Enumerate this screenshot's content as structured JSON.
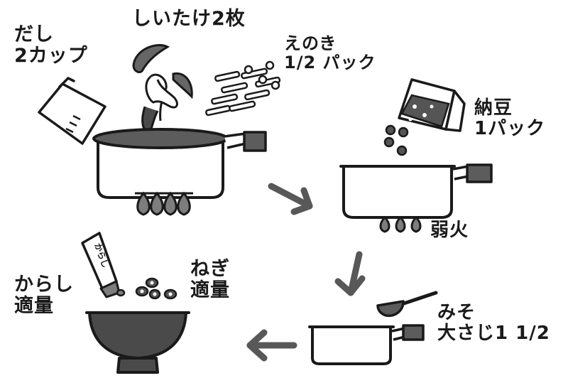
{
  "labels": {
    "dashi": "だし\n2カップ",
    "shiitake": "しいたけ2枚",
    "enoki": "えのき\n1/2 パック",
    "natto": "納豆\n1パック",
    "heat": "弱火",
    "miso": "みそ\n大さじ1 1/2",
    "negi": "ねぎ\n適量",
    "karashi": "からし\n適量",
    "tube": "からし"
  },
  "colors": {
    "ink": "#1a1a1a",
    "soup": "#5c5c5c",
    "flame": "#7d7d7d",
    "natto": "#555555",
    "arrow": "#585858",
    "bowl": "#4a4a4a"
  }
}
